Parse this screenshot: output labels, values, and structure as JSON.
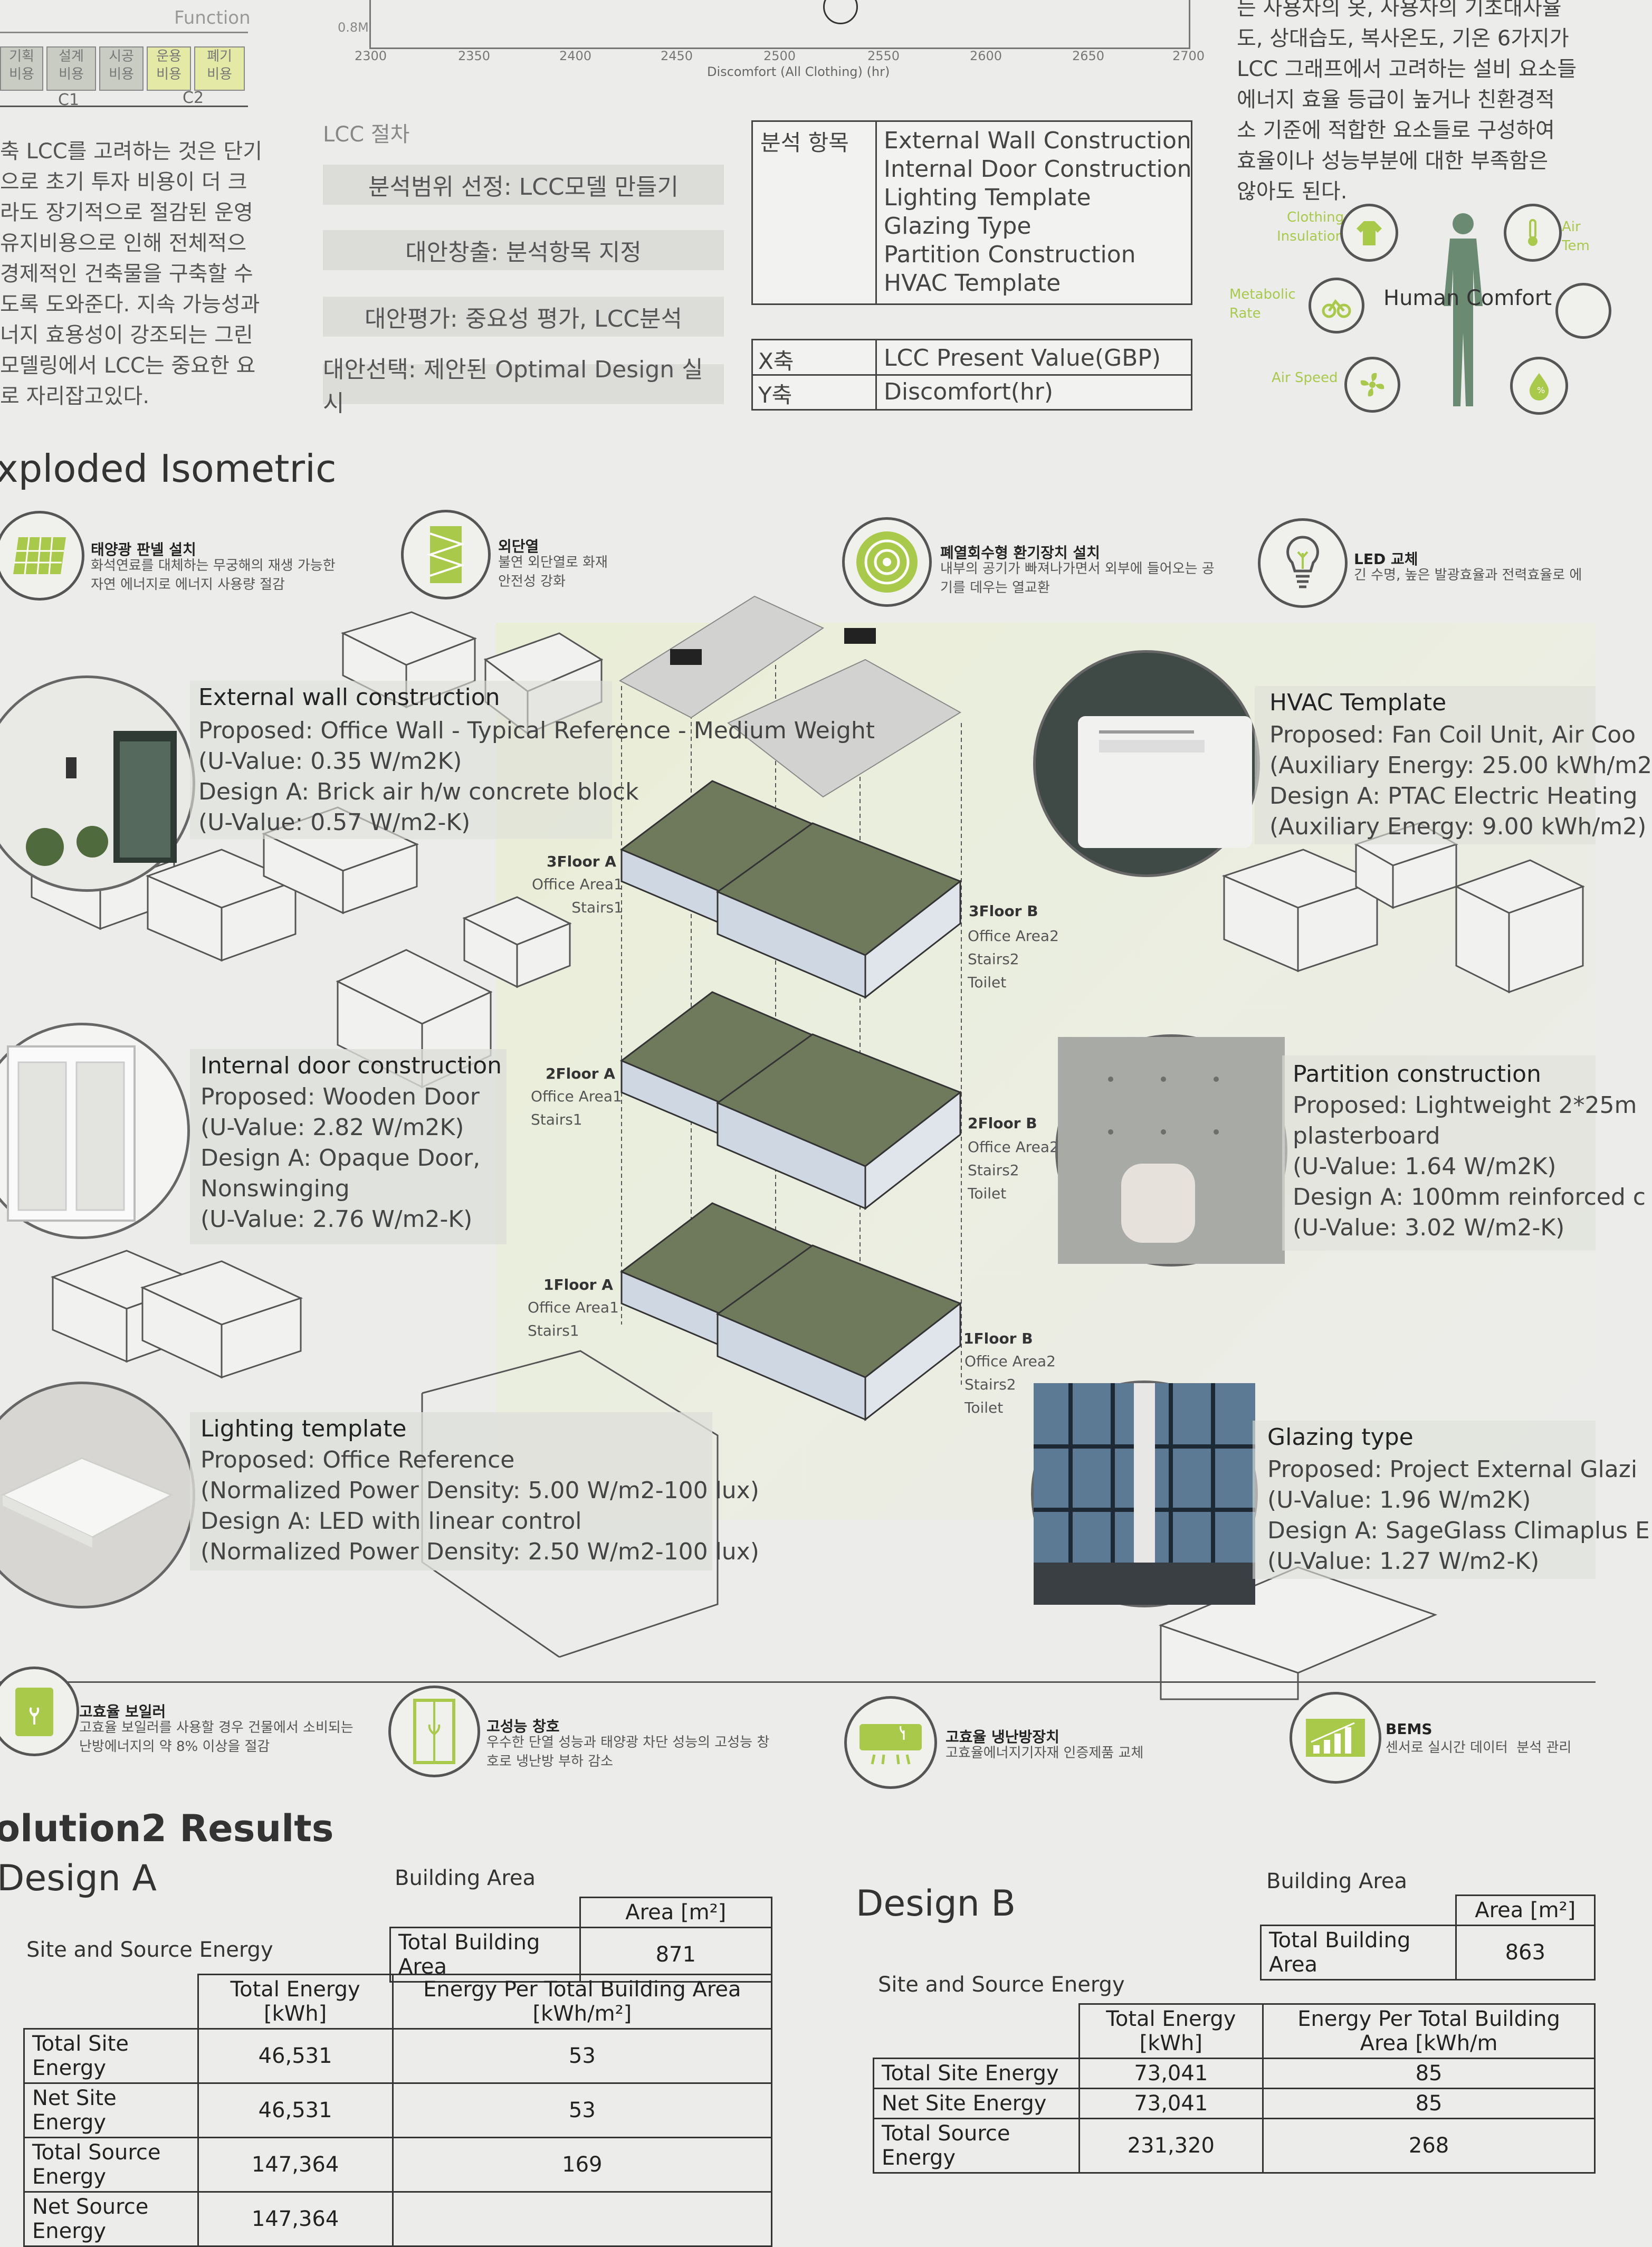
{
  "top_chart": {
    "function_label": "Function",
    "y_tick": "0.8M",
    "x_ticks": [
      "2300",
      "2350",
      "2400",
      "2450",
      "2500",
      "2550",
      "2600",
      "2650",
      "2700"
    ],
    "x_label": "Discomfort (All Clothing) (hr)"
  },
  "cost_boxes": [
    {
      "label": "기획\n비용"
    },
    {
      "label": "설계\n비용"
    },
    {
      "label": "시공\n비용"
    },
    {
      "label": "운용\n비용"
    },
    {
      "label": "폐기\n비용"
    }
  ],
  "cost_groups": [
    "C1",
    "C2"
  ],
  "lcc_intro_text": "축 LCC를 고려하는 것은 단기\n으로 초기 투자 비용이 더 크\n라도 장기적으로 절감된 운영\n유지비용으로 인해 전체적으\n경제적인 건축물을 구축할 수\n도록 도와준다. 지속 가능성과\n너지 효용성이 강조되는 그린\n모델링에서 LCC는 중요한 요\n로 자리잡고있다.",
  "lcc_process": {
    "title": "LCC 절차",
    "steps": [
      "분석범위 선정: LCC모델 만들기",
      "대안창출: 분석항목 지정",
      "대안평가: 중요성 평가, LCC분석",
      "대안선택: 제안된 Optimal Design 실시"
    ]
  },
  "analysis_table": {
    "header": "분석 항목",
    "items": [
      "External Wall Construction",
      "Internal Door Construction",
      "Lighting Template",
      "Glazing Type",
      "Partition Construction",
      "HVAC Template"
    ]
  },
  "axis_table": [
    {
      "axis": "X축",
      "value": "LCC Present Value(GBP)"
    },
    {
      "axis": "Y축",
      "value": "Discomfort(hr)"
    }
  ],
  "right_text": "는 사용자의 옷, 사용자의 기초대사율\n도, 상대습도, 복사온도, 기온 6가지가\nLCC 그래프에서 고려하는 설비 요소들\n에너지 효율 등급이 높거나 친환경적\n소 기준에 적합한 요소들로 구성하여\n효율이나 성능부분에 대한 부족함은\n않아도 된다.",
  "human_comfort": {
    "label": "Human Comfort",
    "factors": [
      "Clothing\nInsulation",
      "Metabolic\nRate",
      "Air Speed",
      "Air\nTem",
      "",
      ""
    ]
  },
  "exploded_title": "xploded Isometric",
  "top_icons": [
    {
      "title": "태양광 판넬 설치",
      "desc": "화석연료를 대체하는 무궁해의 재생 가능한\n자연 에너지로 에너지 사용량 절감"
    },
    {
      "title": "외단열",
      "desc": "불연 외단열로 화재\n안전성 강화"
    },
    {
      "title": "폐열회수형 환기장치 설치",
      "desc": "내부의 공기가 빠져나가면서 외부에 들어오는 공\n기를 데우는 열교환"
    },
    {
      "title": "LED 교체",
      "desc": "긴 수명, 높은 발광효율과 전력효율로 에"
    }
  ],
  "features": {
    "external_wall": {
      "title": "External wall construction",
      "body": "Proposed: Office Wall - Typical Reference - Medium Weight\n(U-Value: 0.35 W/m2K)\nDesign A: Brick air h/w concrete block\n(U-Value: 0.57 W/m2-K)"
    },
    "internal_door": {
      "title": "Internal door construction",
      "body": "Proposed: Wooden Door\n(U-Value: 2.82 W/m2K)\nDesign A: Opaque Door,\nNonswinging\n(U-Value: 2.76 W/m2-K)"
    },
    "lighting": {
      "title": "Lighting template",
      "body": "Proposed: Office Reference\n(Normalized Power Density: 5.00 W/m2-100 lux)\nDesign A: LED with linear control\n(Normalized Power Density: 2.50 W/m2-100 lux)"
    },
    "hvac": {
      "title": "HVAC Template",
      "body": "Proposed: Fan Coil Unit, Air Coo\n(Auxiliary Energy: 25.00 kWh/m2\nDesign A: PTAC Electric Heating\n(Auxiliary Energy: 9.00 kWh/m2)"
    },
    "partition": {
      "title": "Partition construction",
      "body": "Proposed: Lightweight 2*25m\nplasterboard\n(U-Value: 1.64 W/m2K)\nDesign A: 100mm reinforced c\n(U-Value: 3.02 W/m2-K)"
    },
    "glazing": {
      "title": "Glazing type",
      "body": "Proposed: Project External Glazi\n(U-Value: 1.96 W/m2K)\nDesign A: SageGlass Climaplus E\n(U-Value: 1.27 W/m2-K)"
    }
  },
  "floors": [
    {
      "a": "3Floor A",
      "a_sub": "Office Area1\nStairs1",
      "b": "3Floor B",
      "b_sub": "Office Area2\nStairs2\nToilet"
    },
    {
      "a": "2Floor A",
      "a_sub": "Office Area1\nStairs1",
      "b": "2Floor B",
      "b_sub": "Office Area2\nStairs2\nToilet"
    },
    {
      "a": "1Floor A",
      "a_sub": "Office Area1\nStairs1",
      "b": "1Floor B",
      "b_sub": "Office Area2\nStairs2\nToilet"
    }
  ],
  "bottom_icons": [
    {
      "title": "고효율 보일러",
      "desc": "고효율 보일러를 사용할 경우 건물에서 소비되는\n난방에너지의 약 8% 이상을 절감"
    },
    {
      "title": "고성능 창호",
      "desc": "우수한 단열 성능과 태양광 차단 성능의 고성능 창\n호로 냉난방 부하 감소"
    },
    {
      "title": "고효율 냉난방장치",
      "desc": "고효율에너지기자재 인증제품 교체"
    },
    {
      "title": "BEMS",
      "desc": "센서로 실시간 데이터  분석 관리"
    }
  ],
  "results": {
    "title": "olution2 Results",
    "design_a": {
      "label": "Design A",
      "building_area_title": "Building Area",
      "area_header": "Area [m²]",
      "total_building_area_label": "Total Building Area",
      "total_building_area": "871",
      "site_source_title": "Site and Source Energy",
      "col1": "Total Energy [kWh]",
      "col2": "Energy Per Total Building Area [kWh/m²]",
      "rows": [
        {
          "label": "Total Site Energy",
          "total": "46,531",
          "per": "53"
        },
        {
          "label": "Net Site Energy",
          "total": "46,531",
          "per": "53"
        },
        {
          "label": "Total Source Energy",
          "total": "147,364",
          "per": "169"
        },
        {
          "label": "Net Source Energy",
          "total": "147,364",
          "per": ""
        }
      ]
    },
    "design_b": {
      "label": "Design B",
      "building_area_title": "Building Area",
      "area_header": "Area [m²]",
      "total_building_area_label": "Total Building Area",
      "total_building_area": "863",
      "site_source_title": "Site and Source Energy",
      "col1": "Total Energy [kWh]",
      "col2": "Energy Per Total Building Area [kWh/m",
      "rows": [
        {
          "label": "Total Site Energy",
          "total": "73,041",
          "per": "85"
        },
        {
          "label": "Net Site Energy",
          "total": "73,041",
          "per": "85"
        },
        {
          "label": "Total Source Energy",
          "total": "231,320",
          "per": "268"
        }
      ]
    }
  },
  "colors": {
    "accent_green": "#a9c94a",
    "line_gray": "#555555",
    "panel": "#dddfd9"
  }
}
